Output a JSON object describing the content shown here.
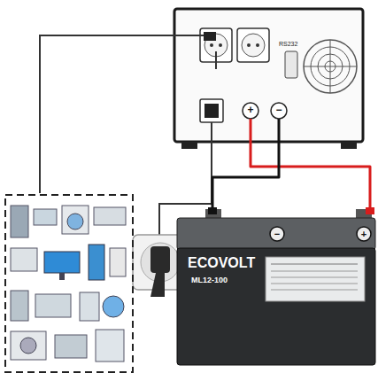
{
  "diagram": {
    "nodes": [
      {
        "text": [
          "RS232"
        ]
      },
      {
        "text": [
          "ECOVOLT",
          "ML12-100"
        ]
      }
    ],
    "edges": [
      {
        "from": 0,
        "to": 1,
        "arrow": "none"
      },
      {
        "from": 0,
        "to": 1,
        "arrow": "none"
      }
    ],
    "labels": [
      "+",
      "−",
      "−",
      "+"
    ]
  }
}
